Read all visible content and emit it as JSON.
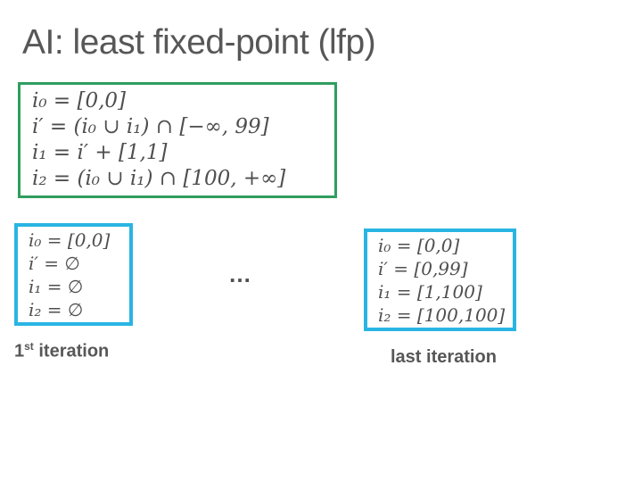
{
  "title": "AI: least fixed-point (lfp)",
  "green_box": {
    "lines": [
      "i₀ = [0,0]",
      "i′ = (i₀ ∪ i₁) ∩ [−∞, 99]",
      "i₁ = i′ + [1,1]",
      "i₂ = (i₀ ∪ i₁) ∩ [100, +∞]"
    ]
  },
  "first_iteration_box": {
    "lines": [
      "i₀ = [0,0]",
      "i′ = ∅",
      "i₁ = ∅",
      "i₂ = ∅"
    ]
  },
  "last_iteration_box": {
    "lines": [
      "i₀ = [0,0]",
      "i′ = [0,99]",
      "i₁ = [1,100]",
      "i₂ = [100,100]"
    ]
  },
  "ellipsis": "…",
  "labels": {
    "first": {
      "number": "1",
      "ordinal": "st",
      "text": " iteration"
    },
    "last": "last iteration"
  },
  "colors": {
    "green_border": "#2f9e5f",
    "blue_border": "#29b5e3",
    "title_text": "#575757",
    "math_text": "#4f4f4f"
  }
}
